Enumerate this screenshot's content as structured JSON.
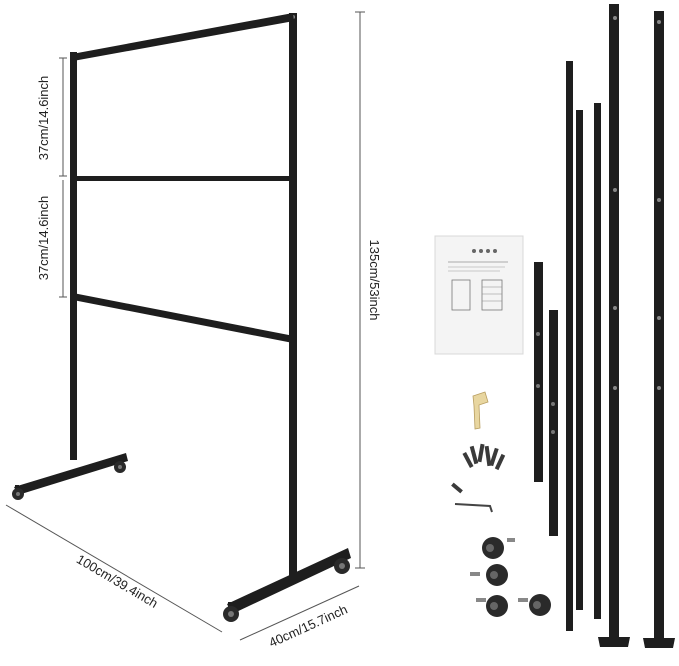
{
  "dimensions": {
    "upper_gap": "37cm/14.6inch",
    "lower_gap": "37cm/14.6inch",
    "height": "135cm/53inch",
    "width": "100cm/39.4inch",
    "depth": "40cm/15.7inch"
  },
  "colors": {
    "frame": "#1e1e1e",
    "dimension_line": "#555555",
    "background": "#ffffff",
    "manual_paper": "#f4f4f4"
  },
  "icons": {
    "wrench": "wrench-icon",
    "allen_key": "allen-key-icon"
  }
}
